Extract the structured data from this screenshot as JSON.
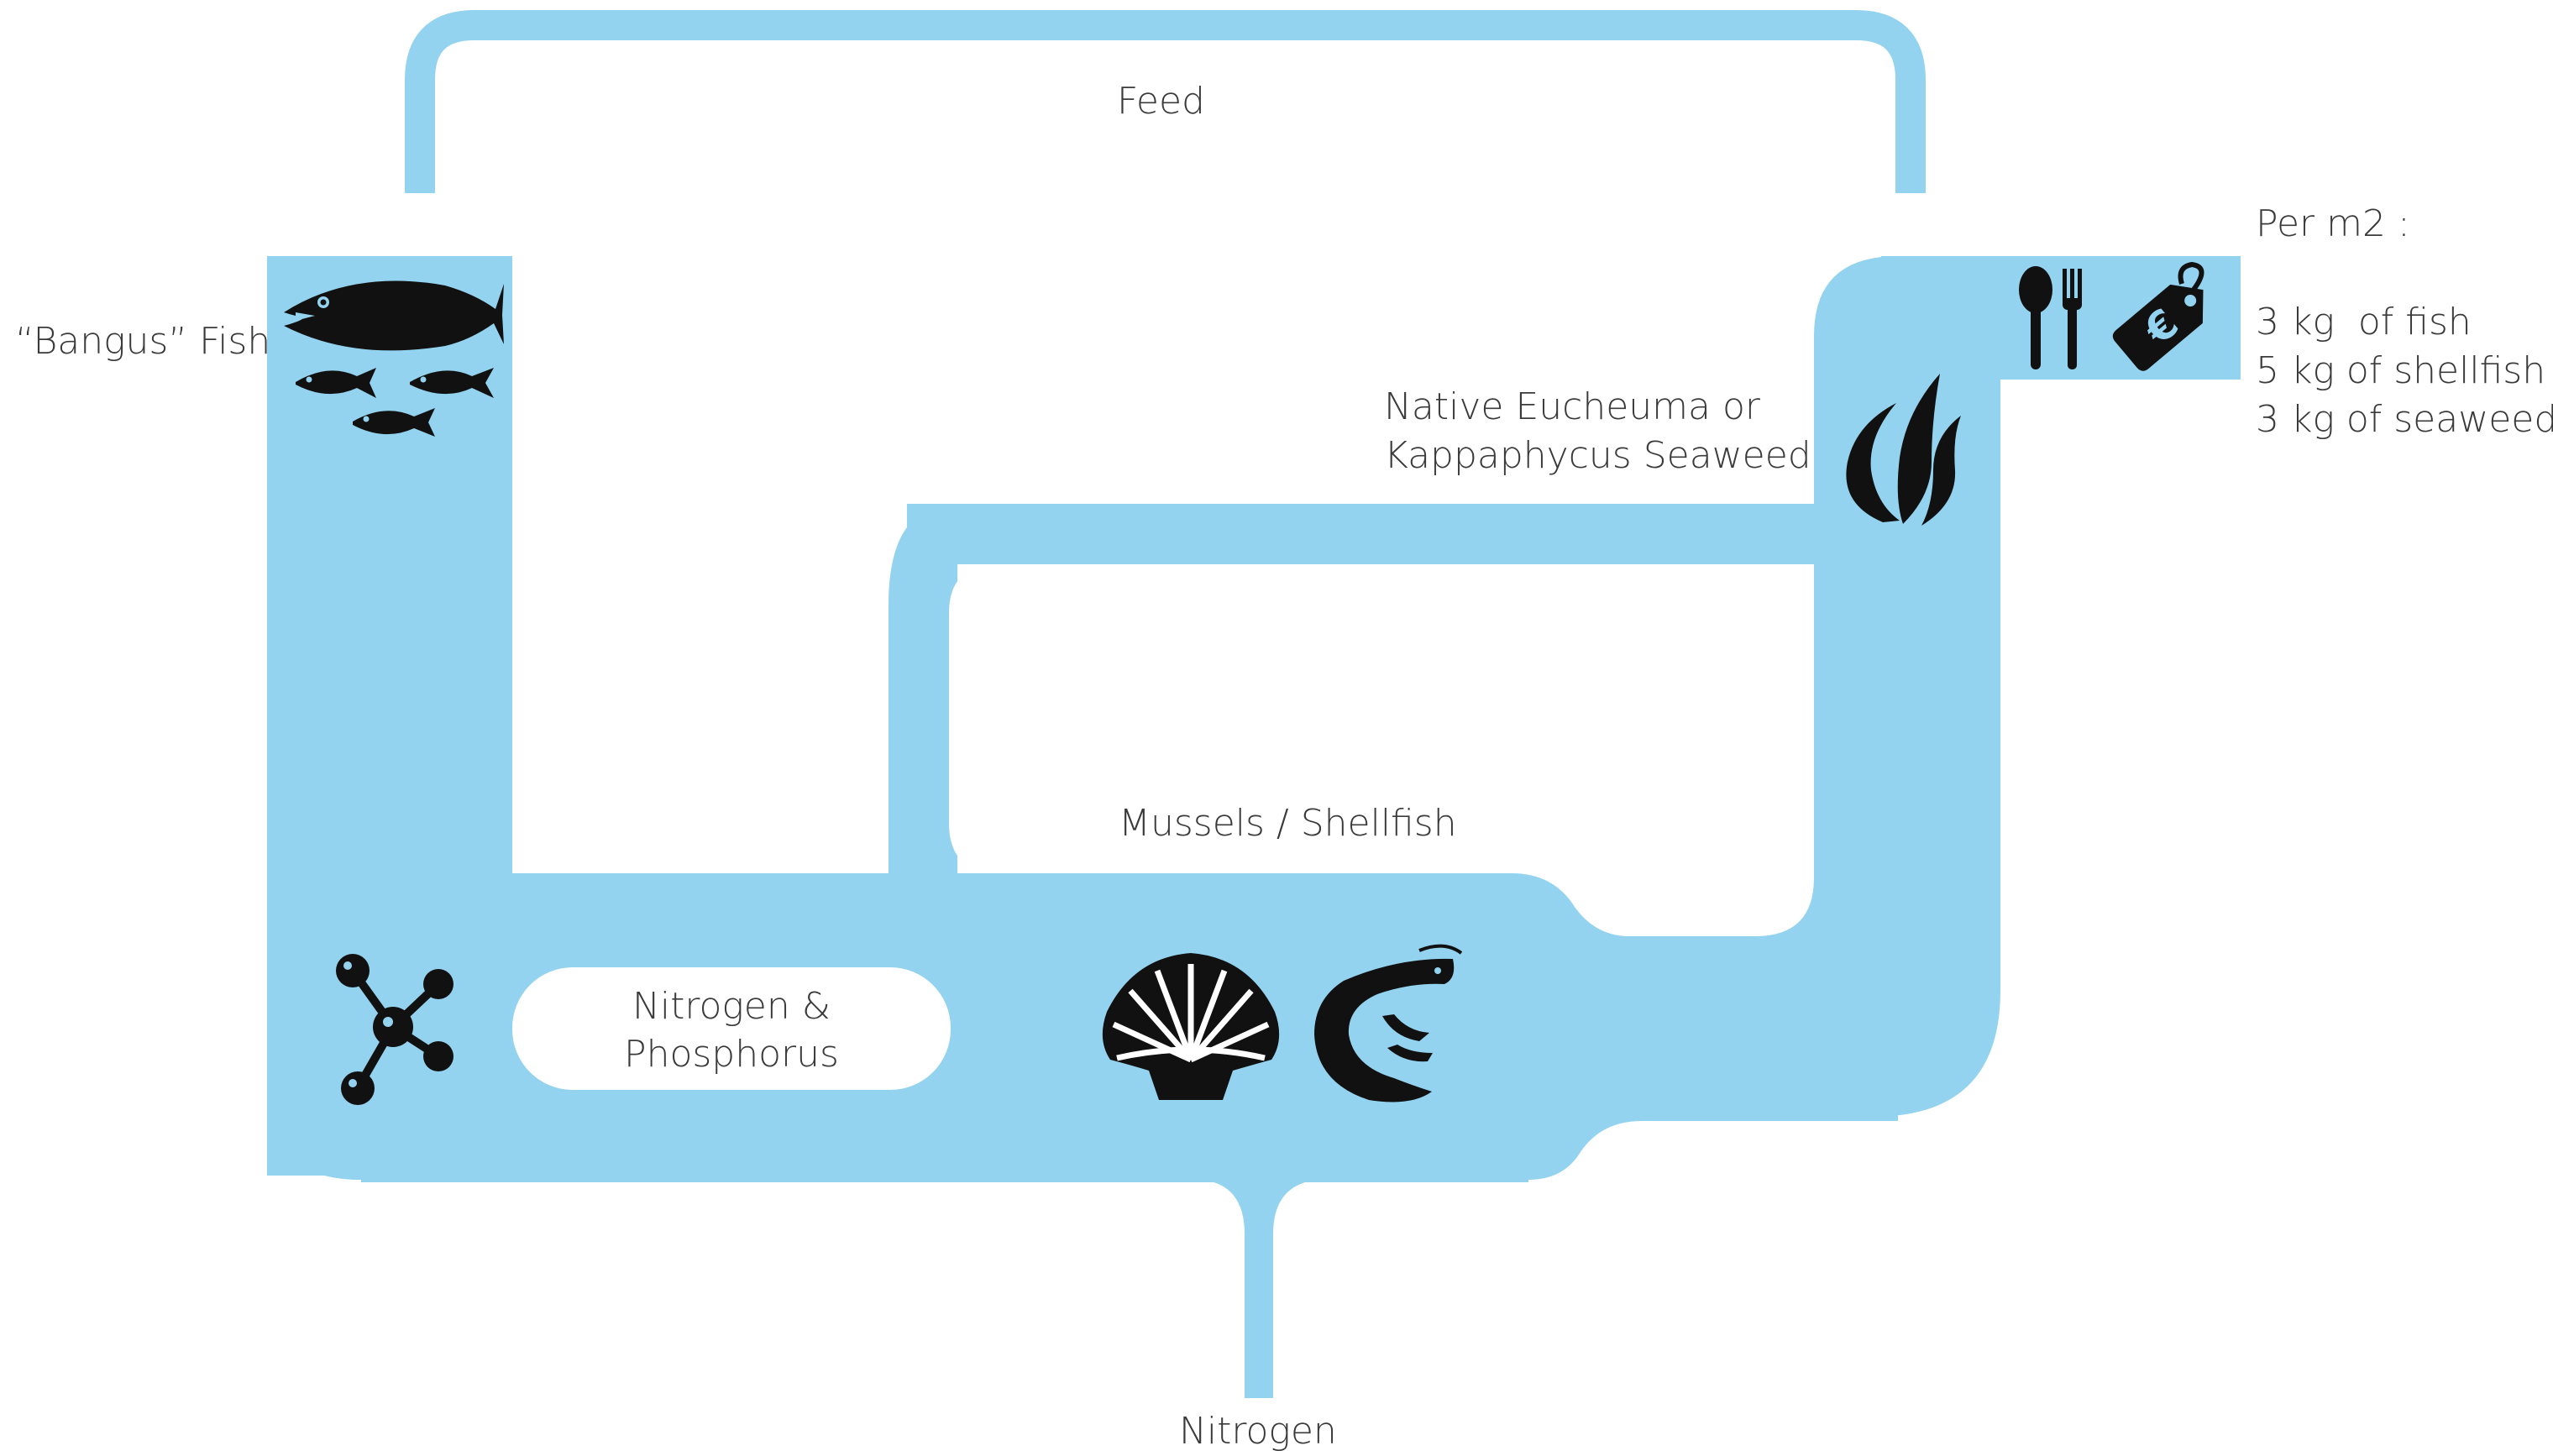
{
  "colors": {
    "flow": "#93d3ef",
    "icon": "#111111",
    "text": "#3a3a3a",
    "background": "#ffffff"
  },
  "labels": {
    "feed": "Feed",
    "fish": "“Bangus” Fish",
    "seaweed_line1": "Native Eucheuma or",
    "seaweed_line2": "Kappaphycus Seaweed",
    "shellfish": "Mussels / Shellfish",
    "nutrients_line1": "Nitrogen &",
    "nutrients_line2": "Phosphorus",
    "nitrogen": "Nitrogen"
  },
  "yield": {
    "heading": "Per m2 :",
    "items": [
      "3 kg  of fish",
      "5 kg of shellfish",
      "3 kg of seaweed"
    ]
  },
  "icons": [
    "fish-icon",
    "molecule-icon",
    "scallop-icon",
    "shrimp-icon",
    "seaweed-icon",
    "spoon-icon",
    "fork-icon",
    "euro-price-tag-icon"
  ]
}
